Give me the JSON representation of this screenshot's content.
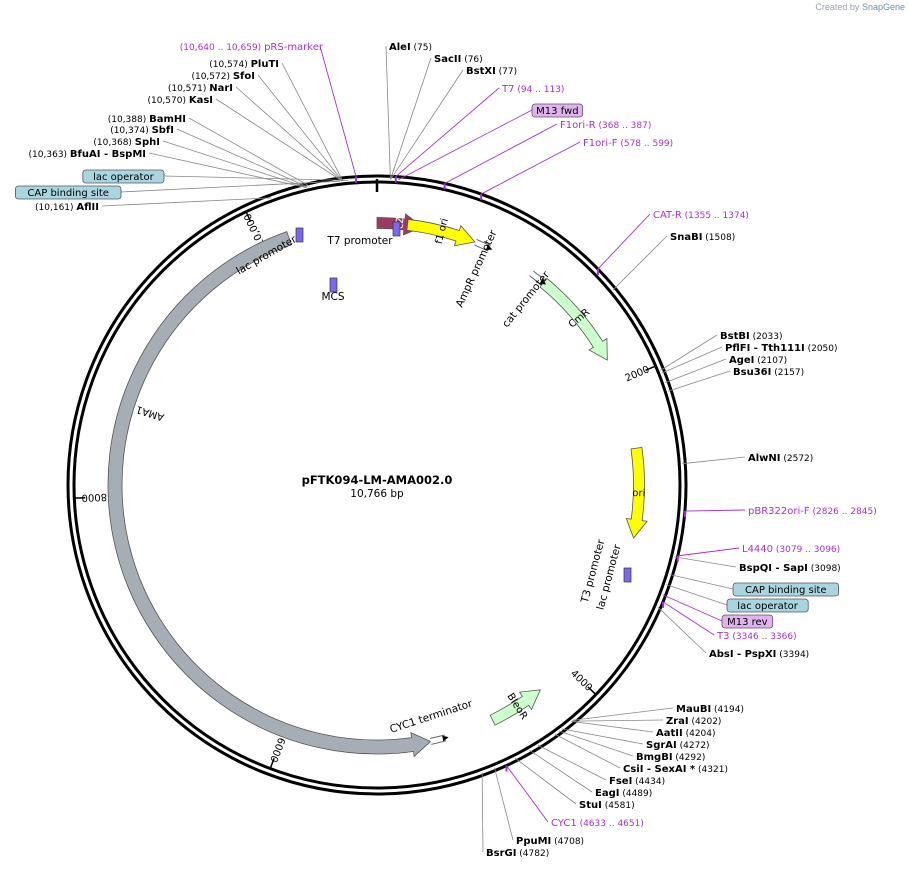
{
  "credit": {
    "prefix": "Created by",
    "brand": "SnapGene"
  },
  "plasmid": {
    "name": "pFTK094-LM-AMA002.0",
    "length_label": "10,766 bp",
    "length": 10766
  },
  "ticks": [
    {
      "label": "2000",
      "bp": 2000
    },
    {
      "label": "4000",
      "bp": 4000
    },
    {
      "label": "6000",
      "bp": 6000
    },
    {
      "label": "8000",
      "bp": 8000
    },
    {
      "label": "10,000",
      "bp": 10000
    }
  ],
  "features": [
    {
      "id": "lacZa",
      "label": "lacZα",
      "start": 0,
      "end": 300,
      "color": "#9b3b63",
      "labelColor": "#ffffff",
      "ring": 0,
      "labelInside": true
    },
    {
      "id": "f1ori",
      "label": "f1 ori",
      "start": 200,
      "end": 656,
      "color": "#ffff00",
      "labelColor": "#000000",
      "ring": 0,
      "labelInside": true
    },
    {
      "id": "CmR",
      "label": "CmR",
      "start": 1180,
      "end": 1840,
      "color": "#ccffcc",
      "labelColor": "#000000",
      "ring": 0,
      "labelInside": true
    },
    {
      "id": "ori",
      "label": "ori",
      "start": 2450,
      "end": 3040,
      "color": "#ffff00",
      "labelColor": "#000000",
      "ring": 0,
      "labelInside": true
    },
    {
      "id": "BleoR",
      "label": "BleoR",
      "start": 4600,
      "end": 4230,
      "color": "#ccffcc",
      "labelColor": "#000000",
      "ring": 0,
      "labelInside": true
    },
    {
      "id": "AMA1",
      "label": "AMA1",
      "start": 10180,
      "end": 5030,
      "color": "#a6adb4",
      "labelColor": "#000000",
      "ring": 1,
      "labelInside": false
    }
  ],
  "promoters": [
    {
      "label": "AmpR promoter",
      "start": 660,
      "end": 760
    },
    {
      "label": "cat promoter",
      "start": 1080,
      "end": 1180
    },
    {
      "label": "CYC1 terminator",
      "start": 5030,
      "end": 4930
    }
  ],
  "small_labels": [
    {
      "label": "lac promoter",
      "bp": 10580
    },
    {
      "label": "T7 promoter",
      "bp": 94
    },
    {
      "label": "MCS",
      "bp": 10700
    },
    {
      "label": "lac promoter",
      "bp": 3240
    },
    {
      "label": "T3 promoter",
      "bp": 3360
    }
  ],
  "enzymes": [
    {
      "name": "AleI",
      "pos": "(75)",
      "bp": 75
    },
    {
      "name": "SacII",
      "pos": "(76)",
      "bp": 76
    },
    {
      "name": "BstXI",
      "pos": "(77)",
      "bp": 77
    },
    {
      "name": "SnaBI",
      "pos": "(1508)",
      "bp": 1508
    },
    {
      "name": "BstBI",
      "pos": "(2033)",
      "bp": 2033
    },
    {
      "name": "PflFI - Tth111I",
      "pos": "(2050)",
      "bp": 2050
    },
    {
      "name": "AgeI",
      "pos": "(2107)",
      "bp": 2107
    },
    {
      "name": "Bsu36I",
      "pos": "(2157)",
      "bp": 2157
    },
    {
      "name": "AlwNI",
      "pos": "(2572)",
      "bp": 2572
    },
    {
      "name": "BspQI - SapI",
      "pos": "(3098)",
      "bp": 3098
    },
    {
      "name": "AbsI - PspXI",
      "pos": "(3394)",
      "bp": 3394
    },
    {
      "name": "MauBI",
      "pos": "(4194)",
      "bp": 4194
    },
    {
      "name": "ZraI",
      "pos": "(4202)",
      "bp": 4202
    },
    {
      "name": "AatII",
      "pos": "(4204)",
      "bp": 4204
    },
    {
      "name": "SgrAI",
      "pos": "(4272)",
      "bp": 4272
    },
    {
      "name": "BmgBI",
      "pos": "(4292)",
      "bp": 4292
    },
    {
      "name": "CsiI - SexAI *",
      "pos": "(4321)",
      "bp": 4321
    },
    {
      "name": "FseI",
      "pos": "(4434)",
      "bp": 4434
    },
    {
      "name": "EagI",
      "pos": "(4489)",
      "bp": 4489
    },
    {
      "name": "StuI",
      "pos": "(4581)",
      "bp": 4581
    },
    {
      "name": "PpuMI",
      "pos": "(4708)",
      "bp": 4708
    },
    {
      "name": "BsrGI",
      "pos": "(4782)",
      "bp": 4782
    },
    {
      "name": "AflII",
      "pos": "(10,161)",
      "bp": 10161
    },
    {
      "name": "BfuAI - BspMI",
      "pos": "(10,363)",
      "bp": 10363
    },
    {
      "name": "SphI",
      "pos": "(10,368)",
      "bp": 10368
    },
    {
      "name": "SbfI",
      "pos": "(10,374)",
      "bp": 10374
    },
    {
      "name": "BamHI",
      "pos": "(10,388)",
      "bp": 10388
    },
    {
      "name": "KasI",
      "pos": "(10,570)",
      "bp": 10570
    },
    {
      "name": "NarI",
      "pos": "(10,571)",
      "bp": 10571
    },
    {
      "name": "SfoI",
      "pos": "(10,572)",
      "bp": 10572
    },
    {
      "name": "PluTI",
      "pos": "(10,574)",
      "bp": 10574
    }
  ],
  "primers": [
    {
      "name": "pRS-marker",
      "pos": "(10,640 .. 10,659)",
      "bp": 10650
    },
    {
      "name": "T7",
      "pos": "(94 .. 113)",
      "bp": 104
    },
    {
      "name": "F1ori-R",
      "pos": "(368 .. 387)",
      "bp": 378
    },
    {
      "name": "F1ori-F",
      "pos": "(578 .. 599)",
      "bp": 589
    },
    {
      "name": "CAT-R",
      "pos": "(1355 .. 1374)",
      "bp": 1365
    },
    {
      "name": "pBR322ori-F",
      "pos": "(2826 .. 2845)",
      "bp": 2836
    },
    {
      "name": "L4440",
      "pos": "(3079 .. 3096)",
      "bp": 3088
    },
    {
      "name": "T3",
      "pos": "(3346 .. 3366)",
      "bp": 3356
    },
    {
      "name": "CYC1",
      "pos": "(4633 .. 4651)",
      "bp": 4642
    }
  ],
  "boxed_features": [
    {
      "label": "M13 fwd",
      "kind": "primer",
      "bp": 120
    },
    {
      "label": "lac operator",
      "kind": "protein",
      "bp": 10605
    },
    {
      "label": "CAP binding site",
      "kind": "protein",
      "bp": 10560
    },
    {
      "label": "CAP binding site",
      "kind": "protein",
      "bp": 3200
    },
    {
      "label": "lac operator",
      "kind": "protein",
      "bp": 3260
    },
    {
      "label": "M13 rev",
      "kind": "primer",
      "bp": 3320
    }
  ],
  "colors": {
    "primer": "#a62fd6",
    "primerBox": "#e0b3ef",
    "proteinBox": "#a9d5e0",
    "leader": "#7f7f7f",
    "backbone": "#000000"
  }
}
